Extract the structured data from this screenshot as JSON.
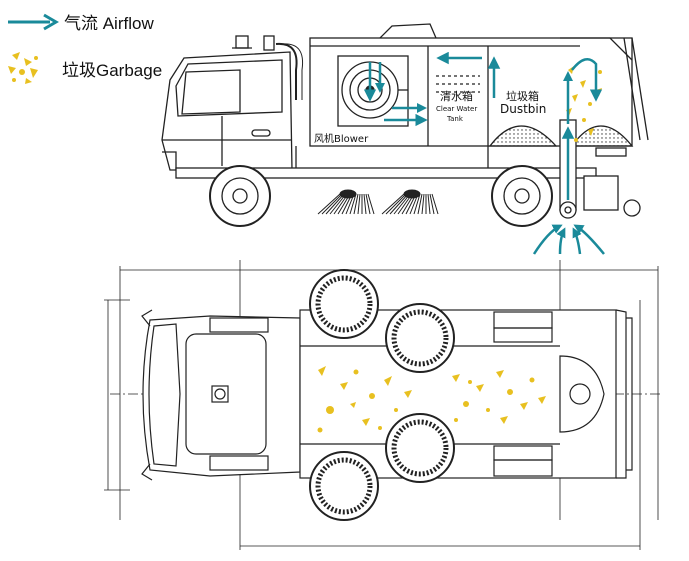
{
  "legend": {
    "airflow_label": "气流 Airflow",
    "garbage_label": "垃圾Garbage"
  },
  "side_view": {
    "blower_label": "风机Blower",
    "water_tank_cn": "清水箱",
    "water_tank_en1": "Clear Water",
    "water_tank_en2": "Tank",
    "dustbin_cn": "垃圾箱",
    "dustbin_en": "Dustbin"
  },
  "colors": {
    "airflow": "#1a8a9a",
    "garbage": "#e8c020",
    "line": "#222222"
  },
  "icons": {
    "airflow": "arrow-right-icon",
    "garbage": "debris-icon"
  }
}
